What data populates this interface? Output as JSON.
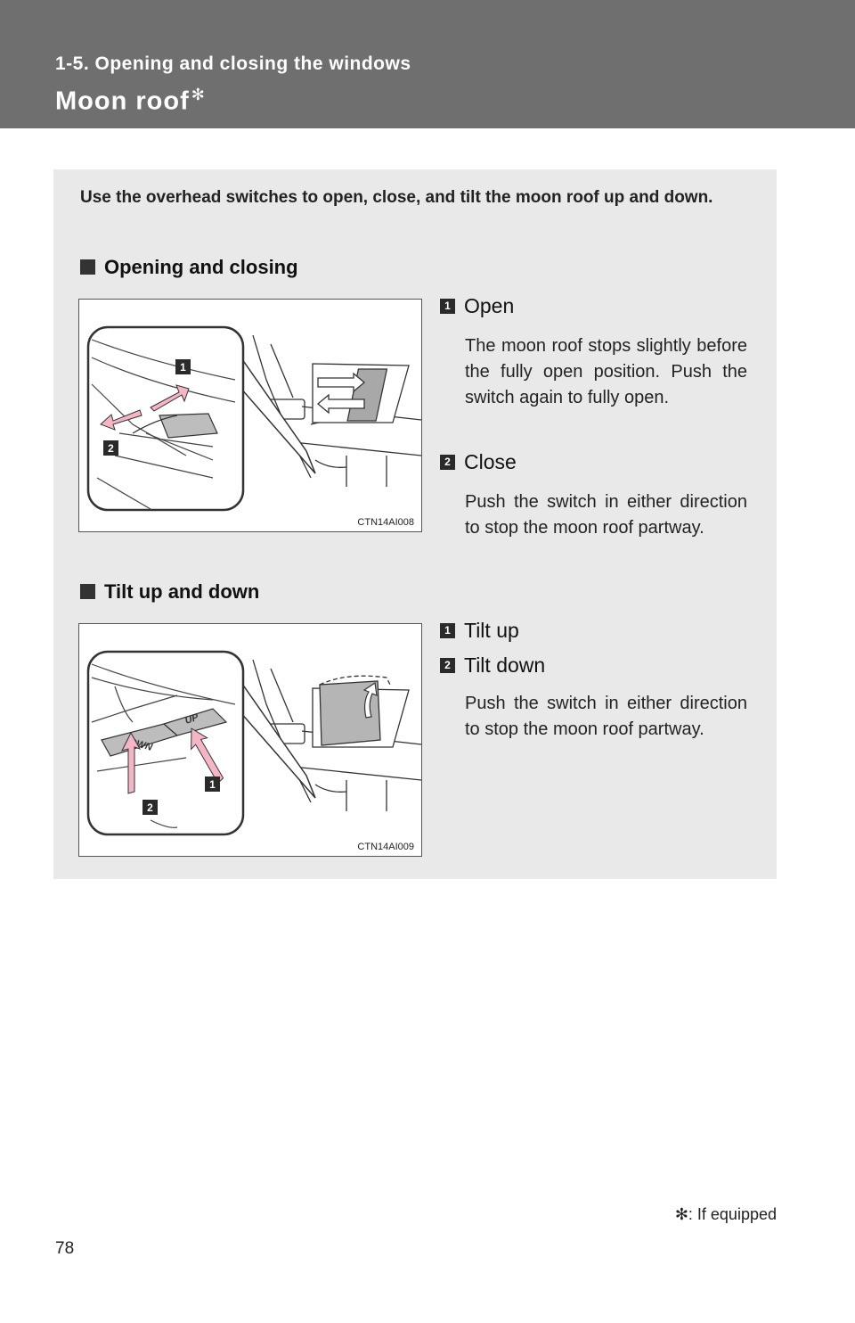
{
  "header": {
    "section_label": "1-5. Opening and closing the windows",
    "title": "Moon roof",
    "title_marker": "✻"
  },
  "intro": "Use the overhead switches to open, close, and tilt the moon roof up and down.",
  "sections": [
    {
      "heading": "Opening and closing",
      "figure_code": "CTN14AI008",
      "callout_1": "1",
      "callout_2": "2",
      "items": [
        {
          "number": "1",
          "title": "Open",
          "text": "The moon roof stops slightly before the fully open position. Push the switch again to fully open."
        },
        {
          "number": "2",
          "title": "Close",
          "text": "Push the switch in either direction to stop the moon roof partway."
        }
      ]
    },
    {
      "heading": "Tilt up and down",
      "figure_code": "CTN14AI009",
      "callout_1": "1",
      "callout_2": "2",
      "switch_up_label": "UP",
      "switch_down_label": "OWN",
      "items": [
        {
          "number": "1",
          "title": "Tilt up",
          "text": ""
        },
        {
          "number": "2",
          "title": "Tilt down",
          "text": "Push the switch in either direction to stop the moon roof partway."
        }
      ]
    }
  ],
  "footnote": {
    "marker": "✻",
    "text": ": If equipped"
  },
  "page_number": "78"
}
